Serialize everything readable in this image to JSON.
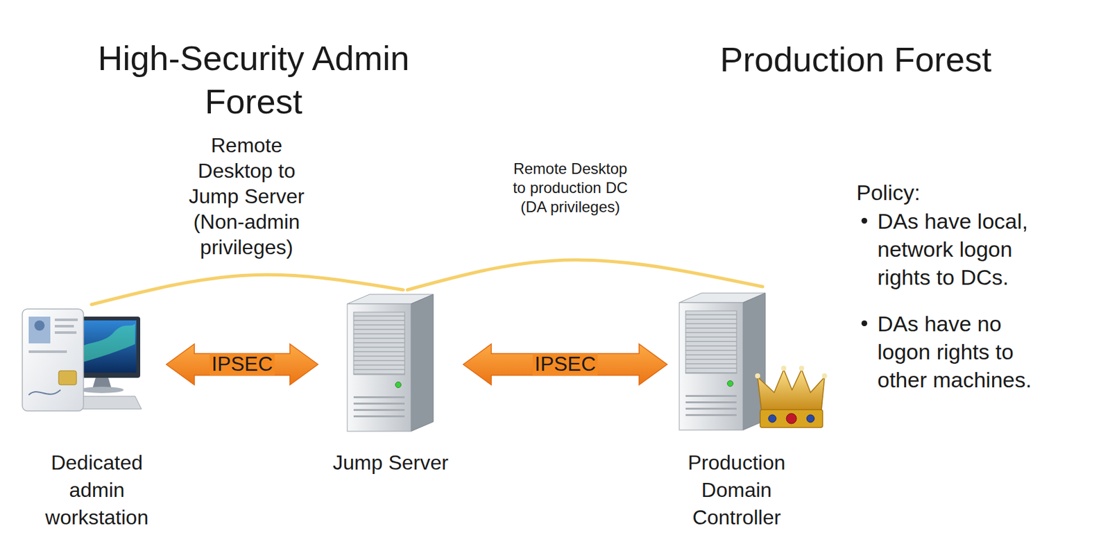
{
  "diagram": {
    "nodes": [
      {
        "text": [
          "High-Security Admin Forest"
        ]
      },
      {
        "text": [
          "Production Forest",
          "Policy:",
          "DAs have local, network logon rights to DCs.",
          "DAs have no logon rights to other machines."
        ]
      },
      {
        "text": [
          "Dedicated admin workstation"
        ],
        "in": 0
      },
      {
        "text": [
          "Jump Server"
        ],
        "in": 0
      },
      {
        "text": [
          "Production Domain Controller"
        ],
        "in": 1
      }
    ],
    "edges": [
      {
        "from": 2,
        "to": 3,
        "arrow": "none",
        "label": "Remote Desktop to Jump Server (Non-admin privileges)"
      },
      {
        "from": 3,
        "to": 4,
        "arrow": "none",
        "label": "Remote Desktop to production DC (DA privileges)"
      },
      {
        "from": 2,
        "to": 3,
        "arrow": "both",
        "label": "IPSEC"
      },
      {
        "from": 3,
        "to": 4,
        "arrow": "both",
        "label": "IPSEC"
      }
    ]
  }
}
